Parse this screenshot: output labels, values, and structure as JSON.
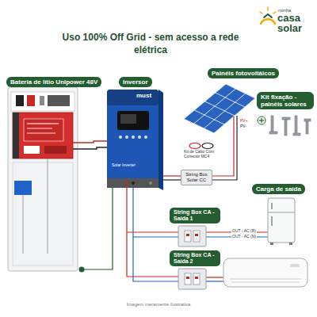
{
  "diagram": {
    "title": "Uso 100% Off Grid - sem acesso a rede elétrica",
    "caption": "Imagem meramente ilustrativa",
    "nodes": [
      {
        "text": [
          "Bateria de lítio Unipower 48V"
        ]
      },
      {
        "text": [
          "Inversor"
        ]
      },
      {
        "text": [
          "Painéis fotovoltáicos"
        ]
      },
      {
        "text": [
          "Kit fixação - painéis solares"
        ]
      },
      {
        "text": [
          "String Box Solar CC"
        ]
      },
      {
        "text": [
          "Carga de saída"
        ]
      },
      {
        "text": [
          "String Box CA - Saída 1"
        ]
      },
      {
        "text": [
          "String Box CA - Saída 2"
        ]
      }
    ],
    "labels": [
      "must",
      "Solar Inverter",
      "Kit de Cabo Com Conector MC4",
      "PV+",
      "PV-",
      "OUT - AC (R)",
      "OUT - AC (N)",
      "minha",
      "casa",
      "solar"
    ]
  }
}
